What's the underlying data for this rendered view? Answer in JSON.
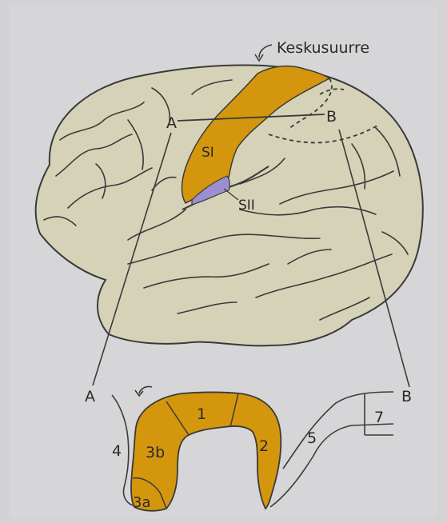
{
  "colors": {
    "background": "#d3d3d6",
    "brain": "#d5d2b8",
    "primary_somatosensory": "#d4960c",
    "secondary_somatosensory": "#9b8fd0",
    "outline": "#3a3a3a"
  },
  "labels": {
    "central_sulcus": "Keskusuurre",
    "section_start_top": "A",
    "section_end_top": "B",
    "si": "SI",
    "sii": "SII",
    "section_start_bottom": "A",
    "section_end_bottom": "B",
    "area_1": "1",
    "area_2": "2",
    "area_3a": "3a",
    "area_3b": "3b",
    "area_4": "4",
    "area_5": "5",
    "area_7": "7"
  }
}
